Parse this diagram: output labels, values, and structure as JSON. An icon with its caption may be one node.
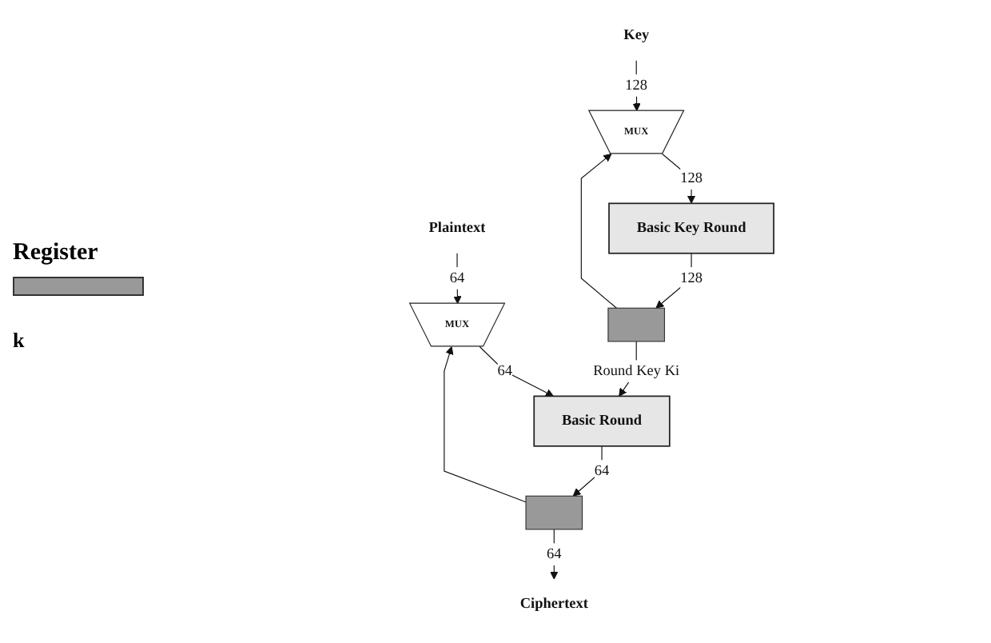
{
  "diagram": {
    "nodes": [
      {
        "text": [
          "Plaintext"
        ]
      },
      {
        "text": [
          "MUX"
        ]
      },
      {
        "text": [
          "Basic Round"
        ]
      },
      {
        "text": [],
        "shape": "bar"
      },
      {
        "text": [
          "Ciphertext"
        ]
      },
      {
        "text": [
          "Key"
        ]
      },
      {
        "text": [
          "MUX"
        ]
      },
      {
        "text": [
          "Basic Key Round"
        ]
      },
      {
        "text": [],
        "shape": "bar"
      }
    ],
    "edges": [
      {
        "from": 0,
        "to": 1,
        "arrow": "to",
        "label": "64"
      },
      {
        "from": 1,
        "to": 2,
        "arrow": "to",
        "label": "64"
      },
      {
        "from": 2,
        "to": 3,
        "arrow": "to",
        "label": "64"
      },
      {
        "from": 3,
        "to": 4,
        "arrow": "to",
        "label": "64"
      },
      {
        "from": 3,
        "to": 1,
        "arrow": "to"
      },
      {
        "from": 5,
        "to": 6,
        "arrow": "to",
        "label": "128"
      },
      {
        "from": 6,
        "to": 7,
        "arrow": "to",
        "label": "128"
      },
      {
        "from": 7,
        "to": 8,
        "arrow": "to",
        "label": "128"
      },
      {
        "from": 8,
        "to": 2,
        "arrow": "to",
        "label": "Round Key Ki"
      },
      {
        "from": 8,
        "to": 6,
        "arrow": "to"
      }
    ],
    "labels": [
      "k"
    ],
    "legend": [
      {
        "text": "Register"
      }
    ]
  }
}
